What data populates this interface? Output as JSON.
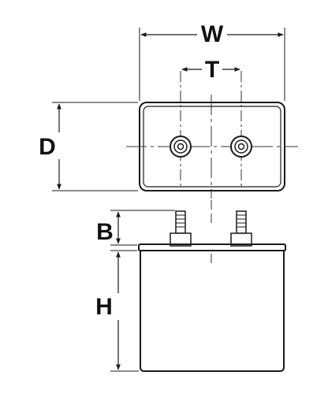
{
  "labels": {
    "width": "W",
    "terminal_spacing": "T",
    "depth": "D",
    "terminal_height": "B",
    "height": "H"
  },
  "colors": {
    "ink": "#1a1a1a",
    "centerline": "#333333",
    "background": "#ffffff"
  }
}
